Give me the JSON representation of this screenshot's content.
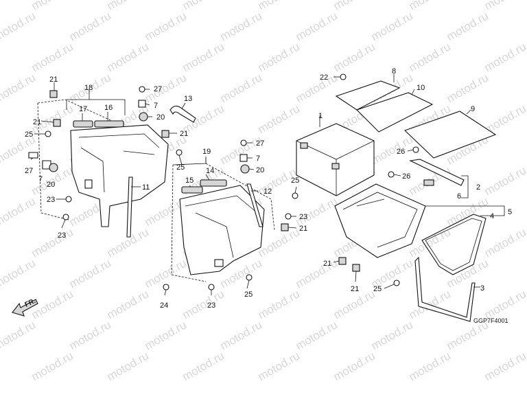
{
  "watermark": "motod.ru",
  "diagram_code": "GGP7F4001",
  "front_indicator": "FR.",
  "callouts": [
    "1",
    "2",
    "3",
    "4",
    "5",
    "6",
    "7",
    "8",
    "9",
    "10",
    "11",
    "12",
    "13",
    "14",
    "15",
    "16",
    "17",
    "18",
    "19",
    "20",
    "21",
    "22",
    "23",
    "24",
    "25",
    "26",
    "27"
  ],
  "colors": {
    "line": "#111111",
    "shade": "#d6d6d6",
    "watermark": "#d8d8d8",
    "background": "#ffffff"
  }
}
